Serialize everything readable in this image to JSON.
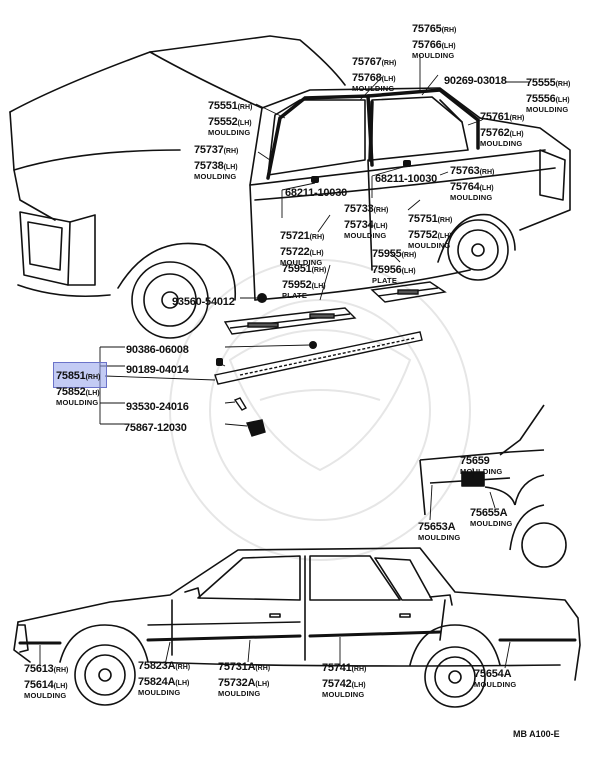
{
  "diagram_code": "MB A100-E",
  "callouts": [
    {
      "lines": [
        {
          "n": "75765",
          "s": "(RH)"
        },
        {
          "n": "75766",
          "s": "(LH)"
        }
      ],
      "name": "MOULDING"
    },
    {
      "lines": [
        {
          "n": "75767",
          "s": "(RH)"
        },
        {
          "n": "75768",
          "s": "(LH)"
        }
      ],
      "name": "MOULDING"
    },
    {
      "lines": [
        {
          "n": "90269-03018",
          "s": ""
        }
      ],
      "name": ""
    },
    {
      "lines": [
        {
          "n": "75555",
          "s": "(RH)"
        },
        {
          "n": "75556",
          "s": "(LH)"
        }
      ],
      "name": "MOULDING"
    },
    {
      "lines": [
        {
          "n": "75551",
          "s": "(RH)"
        },
        {
          "n": "75552",
          "s": "(LH)"
        }
      ],
      "name": "MOULDING"
    },
    {
      "lines": [
        {
          "n": "75761",
          "s": "(RH)"
        },
        {
          "n": "75762",
          "s": "(LH)"
        }
      ],
      "name": "MOULDING"
    },
    {
      "lines": [
        {
          "n": "75737",
          "s": "(RH)"
        },
        {
          "n": "75738",
          "s": "(LH)"
        }
      ],
      "name": "MOULDING"
    },
    {
      "lines": [
        {
          "n": "75763",
          "s": "(RH)"
        },
        {
          "n": "75764",
          "s": "(LH)"
        }
      ],
      "name": "MOULDING"
    },
    {
      "lines": [
        {
          "n": "68211-10030",
          "s": ""
        }
      ],
      "name": ""
    },
    {
      "lines": [
        {
          "n": "68211-10030",
          "s": ""
        }
      ],
      "name": ""
    },
    {
      "lines": [
        {
          "n": "75733",
          "s": "(RH)"
        },
        {
          "n": "75734",
          "s": "(LH)"
        }
      ],
      "name": "MOULDING"
    },
    {
      "lines": [
        {
          "n": "75751",
          "s": "(RH)"
        },
        {
          "n": "75752",
          "s": "(LH)"
        }
      ],
      "name": "MOULDING"
    },
    {
      "lines": [
        {
          "n": "75721",
          "s": "(RH)"
        },
        {
          "n": "75722",
          "s": "(LH)"
        }
      ],
      "name": "MOULDING"
    },
    {
      "lines": [
        {
          "n": "75955",
          "s": "(RH)"
        },
        {
          "n": "75956",
          "s": "(LH)"
        }
      ],
      "name": "PLATE"
    },
    {
      "lines": [
        {
          "n": "75951",
          "s": "(RH)"
        },
        {
          "n": "75952",
          "s": "(LH)"
        }
      ],
      "name": "PLATE"
    },
    {
      "lines": [
        {
          "n": "93560-54012",
          "s": ""
        }
      ],
      "name": ""
    },
    {
      "lines": [
        {
          "n": "90386-06008",
          "s": ""
        }
      ],
      "name": ""
    },
    {
      "lines": [
        {
          "n": "90189-04014",
          "s": ""
        }
      ],
      "name": ""
    },
    {
      "lines": [
        {
          "n": "75851",
          "s": "(RH)"
        },
        {
          "n": "75852",
          "s": "(LH)"
        }
      ],
      "name": "MOULDING"
    },
    {
      "lines": [
        {
          "n": "93530-24016",
          "s": ""
        }
      ],
      "name": ""
    },
    {
      "lines": [
        {
          "n": "75867-12030",
          "s": ""
        }
      ],
      "name": ""
    },
    {
      "lines": [
        {
          "n": "75659",
          "s": ""
        }
      ],
      "name": "MOULDING"
    },
    {
      "lines": [
        {
          "n": "75655A",
          "s": ""
        }
      ],
      "name": "MOULDING"
    },
    {
      "lines": [
        {
          "n": "75653A",
          "s": ""
        }
      ],
      "name": "MOULDING"
    },
    {
      "lines": [
        {
          "n": "75613",
          "s": "(RH)"
        },
        {
          "n": "75614",
          "s": "(LH)"
        }
      ],
      "name": "MOULDING"
    },
    {
      "lines": [
        {
          "n": "75823A",
          "s": "(RH)"
        },
        {
          "n": "75824A",
          "s": "(LH)"
        }
      ],
      "name": "MOULDING"
    },
    {
      "lines": [
        {
          "n": "75731A",
          "s": "(RH)"
        },
        {
          "n": "75732A",
          "s": "(LH)"
        }
      ],
      "name": "MOULDING"
    },
    {
      "lines": [
        {
          "n": "75741",
          "s": "(RH)"
        },
        {
          "n": "75742",
          "s": "(LH)"
        }
      ],
      "name": "MOULDING"
    },
    {
      "lines": [
        {
          "n": "75654A",
          "s": ""
        }
      ],
      "name": "MOULDING"
    }
  ]
}
